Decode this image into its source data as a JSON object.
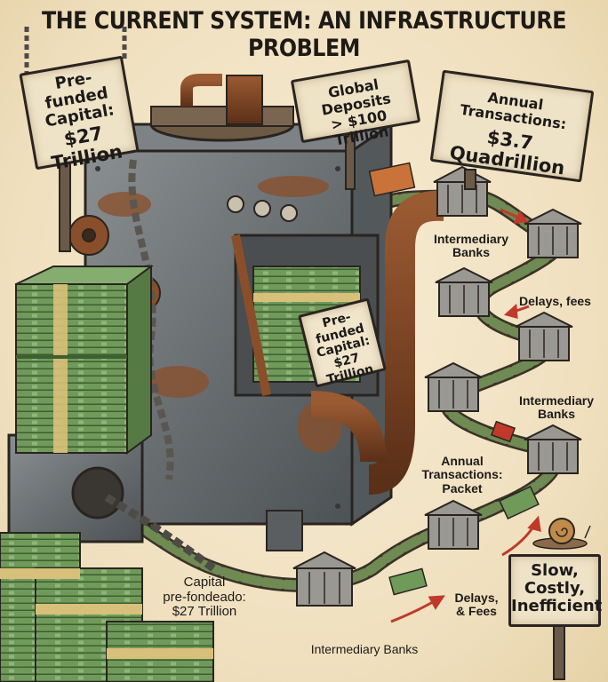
{
  "title": "THE CURRENT SYSTEM: AN INFRASTRUCTURE PROBLEM",
  "signs": {
    "prefunded": {
      "line1": "Pre-funded",
      "line2": "Capital:",
      "line3": "$27 Trillion"
    },
    "global": {
      "line1": "Global Deposits",
      "line2": "> $100 Trillion"
    },
    "annual": {
      "line1": "Annual Transactions:",
      "line2": "$3.7 Quadrillion"
    },
    "slow": {
      "line1": "Slow,",
      "line2": "Costly,",
      "line3": "Inefficient"
    }
  },
  "machine_label": {
    "line1": "Pre-funded",
    "line2": "Capital:",
    "line3": "$27 Trillion"
  },
  "labels": {
    "intermediary_top": {
      "line1": "Intermediary",
      "line2": "Banks"
    },
    "delays_fees_top": "Delays, fees",
    "intermediary_mid": {
      "line1": "Intermediary",
      "line2": "Banks"
    },
    "annual_packet": {
      "line1": "Annual",
      "line2": "Transactions:",
      "line3": "Packet"
    },
    "capital_prefondeado": {
      "line1": "Capital",
      "line2": "pre-fondeado:",
      "line3": "$27 Trillion"
    },
    "delays_fees_bottom": {
      "line1": "Delays,",
      "line2": "& Fees"
    },
    "intermediary_bottom": "Intermediary Banks"
  },
  "colors": {
    "rust": "#8a4f2a",
    "metal": "#6d7478",
    "money": "#6f9a5a",
    "band": "#d8c07a",
    "ink": "#1e1a16",
    "arrow": "#c0392b",
    "path": "#5d7b48"
  }
}
